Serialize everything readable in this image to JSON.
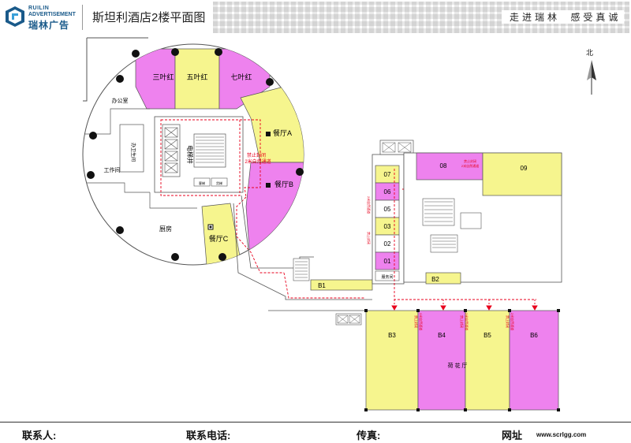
{
  "header": {
    "logo_en_line1": "RUILIN",
    "logo_en_line2": "ADVERTISEMENT",
    "logo_cn": "瑞林广告",
    "title": "斯坦利酒店2楼平面图",
    "slogan_left": "走进瑞林",
    "slogan_right": "感受真诚"
  },
  "compass": {
    "label": "北"
  },
  "rooms": {
    "sanyehong": "三叶红",
    "wuyehong": "五叶红",
    "qiyehong": "七叶红",
    "office": "办公室",
    "workroom": "工作间",
    "restroom": "办卫生间",
    "elevator_shaft": "电梯井",
    "kitchen": "厨房",
    "restaurant_a": "餐厅A",
    "restaurant_b": "餐厅B",
    "restaurant_c": "餐厅C",
    "service_room": "服务间",
    "corridor": "荷 花 厅",
    "unit_01": "01",
    "unit_02": "02",
    "unit_03": "03",
    "unit_05": "05",
    "unit_06": "06",
    "unit_07": "07",
    "unit_08": "08",
    "unit_09": "09",
    "unit_b1": "B1",
    "unit_b2": "B2",
    "unit_b3": "B3",
    "unit_b4": "B4",
    "unit_b5": "B5",
    "unit_b6": "B6",
    "sign_a_line1": "禁止封闭",
    "sign_a_line2": "2米自然通道",
    "sign_small1": "2米自然通道",
    "sign_small2": "禁止封闭",
    "sign_bottom_1": "禁止封闭",
    "sign_bottom_2": "2米自然通道",
    "exit_label": "安全出口",
    "el_left": "客梯",
    "el_right": "货梯"
  },
  "colors": {
    "pink": "#ee82ee",
    "yellow": "#f6f58e",
    "route": "#e8001c",
    "wall": "#555555"
  },
  "footer": {
    "contact_person": "联系人:",
    "contact_phone": "联系电话:",
    "fax": "传真:",
    "website_label": "网址",
    "website": "www.scrlgg.com"
  }
}
